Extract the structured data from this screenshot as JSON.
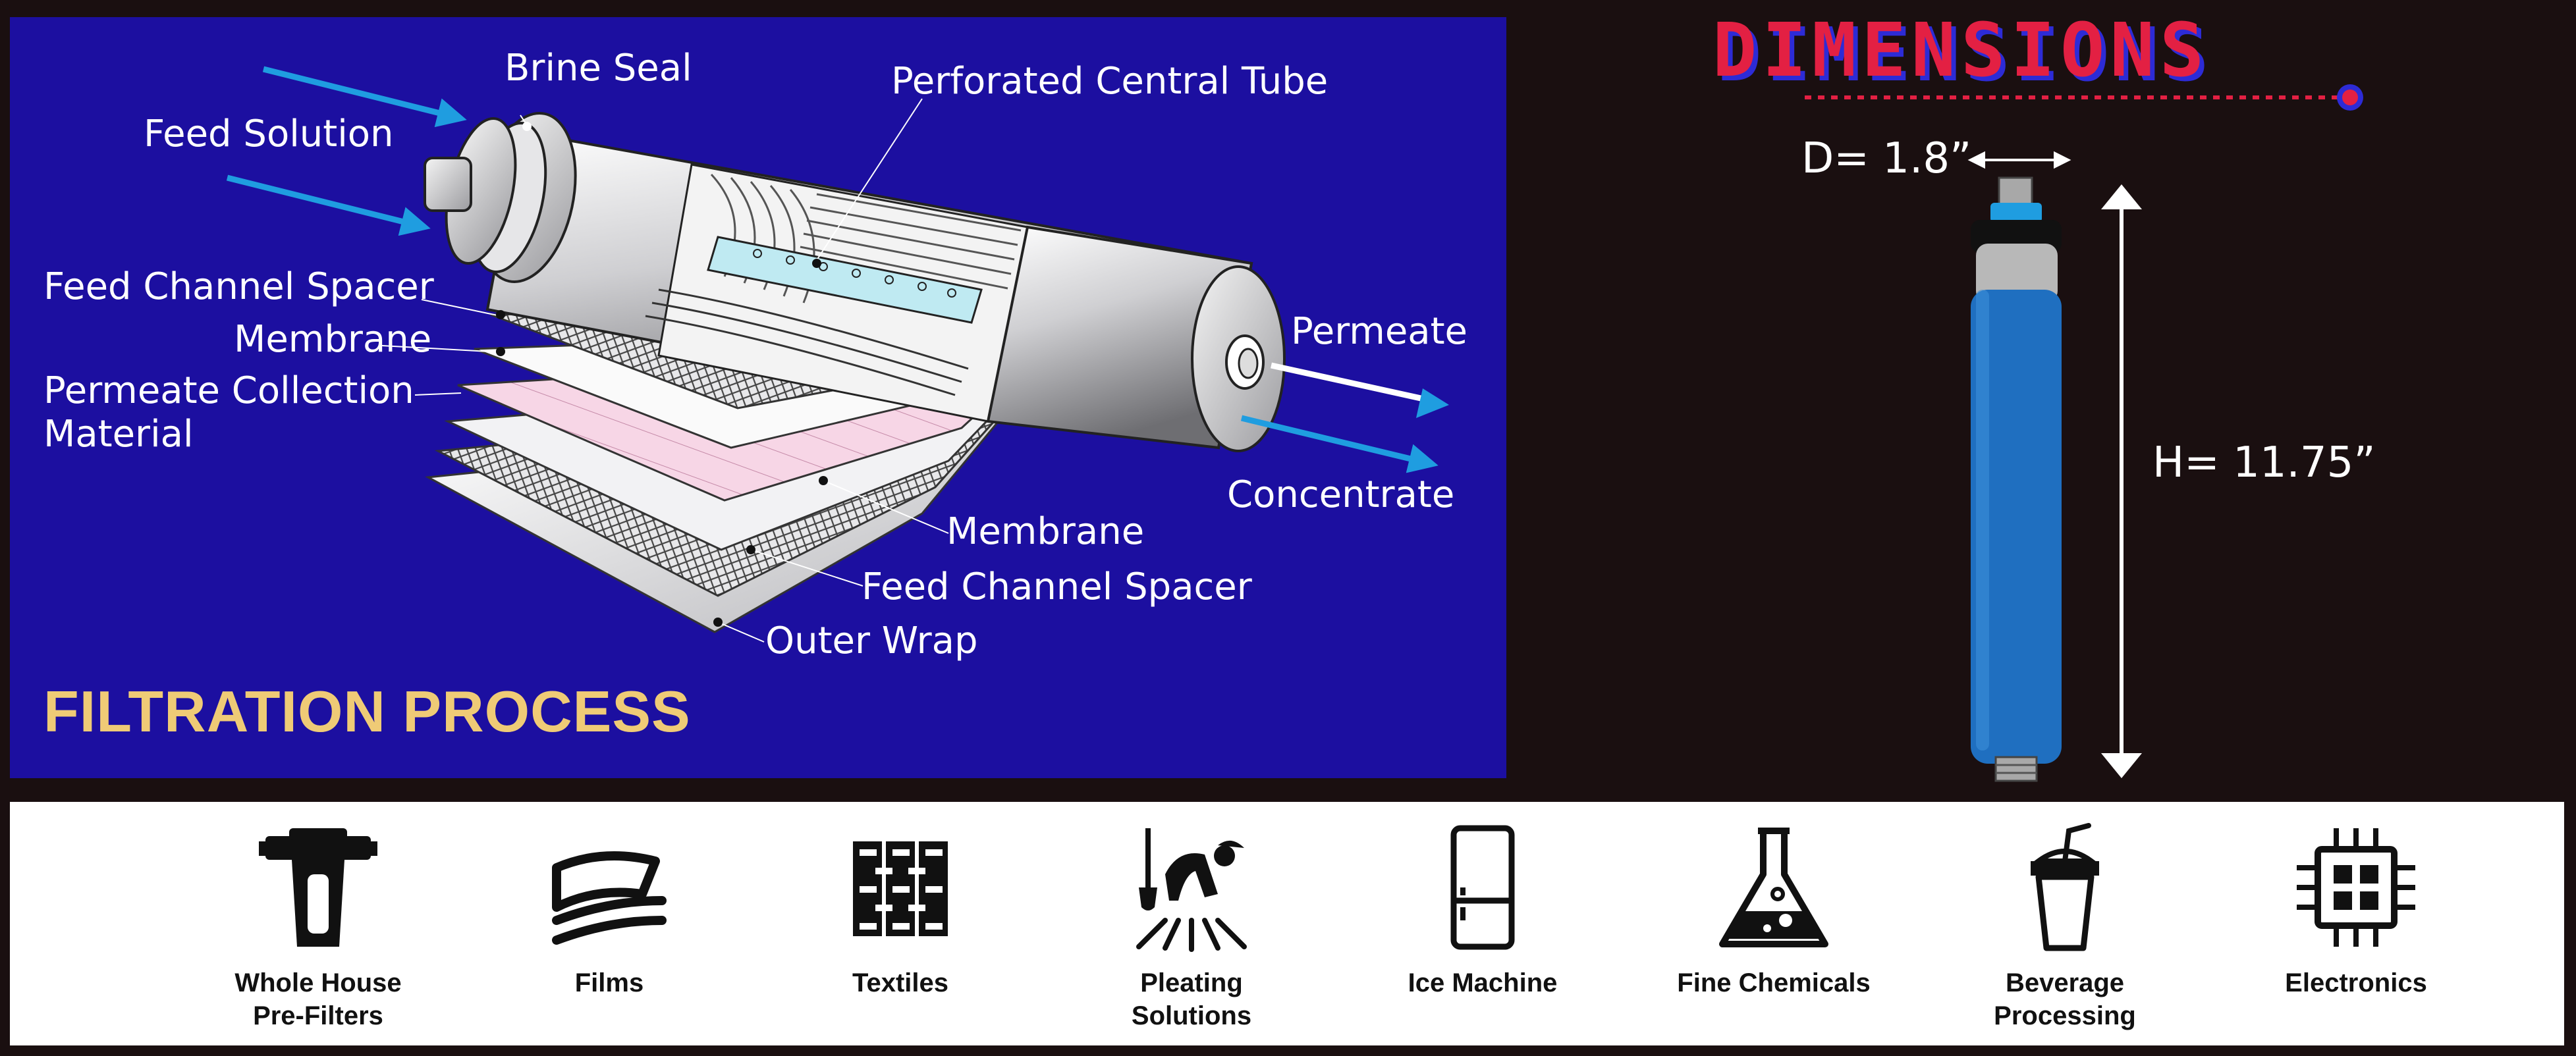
{
  "diagram": {
    "labels": {
      "brine_seal": "Brine Seal",
      "feed_solution": "Feed Solution",
      "perforated_tube": "Perforated Central Tube",
      "feed_spacer_top": "Feed Channel Spacer",
      "membrane_top": "Membrane",
      "permeate_collection_1": "Permeate Collection",
      "permeate_collection_2": "Material",
      "permeate": "Permeate",
      "concentrate": "Concentrate",
      "membrane_bottom": "Membrane",
      "feed_spacer_bottom": "Feed Channel Spacer",
      "outer_wrap": "Outer Wrap"
    },
    "title": "FILTRATION PROCESS",
    "colors": {
      "panel": "#1c0fa0",
      "arrow": "#1f9de0",
      "title": "#efcb76"
    }
  },
  "dimensions": {
    "title": "DIMENSIONS",
    "diameter": "D= 1.8”",
    "height": "H= 11.75”",
    "colors": {
      "title": "#e32043",
      "shadow": "#2d2bd6",
      "cartridge": "#1f6fc0"
    }
  },
  "applications": [
    {
      "icon": "water-filter-housing-icon",
      "line1": "Whole House",
      "line2": "Pre-Filters"
    },
    {
      "icon": "film-stack-icon",
      "line1": "Films",
      "line2": ""
    },
    {
      "icon": "woven-textile-icon",
      "line1": "Textiles",
      "line2": ""
    },
    {
      "icon": "worker-plating-icon",
      "line1": "Pleating Solutions",
      "line2": ""
    },
    {
      "icon": "refrigerator-icon",
      "line1": "Ice Machine",
      "line2": ""
    },
    {
      "icon": "flask-icon",
      "line1": "Fine Chemicals",
      "line2": ""
    },
    {
      "icon": "drink-cup-icon",
      "line1": "Beverage",
      "line2": "Processing"
    },
    {
      "icon": "microchip-icon",
      "line1": "Electronics",
      "line2": ""
    }
  ]
}
